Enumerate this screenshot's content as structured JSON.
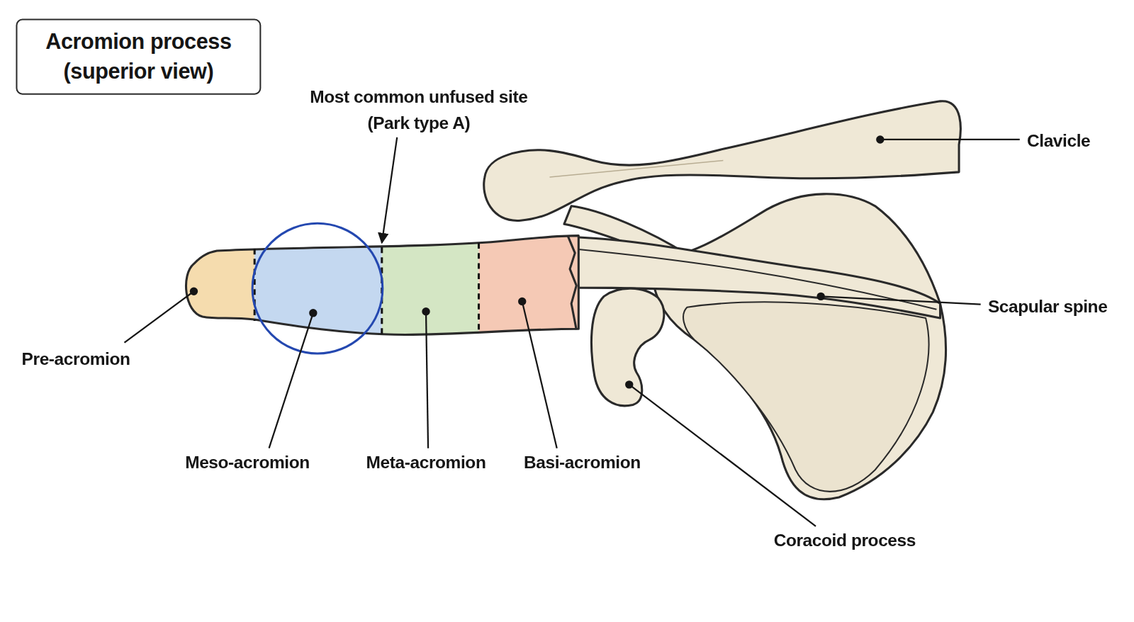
{
  "diagram": {
    "title": "Acromion process (superior view)",
    "labels": [
      "Most common unfused site (Park type A)",
      "Clavicle",
      "Scapular spine",
      "Pre-acromion",
      "Meso-acromion",
      "Meta-acromion",
      "Basi-acromion",
      "Coracoid process"
    ]
  }
}
